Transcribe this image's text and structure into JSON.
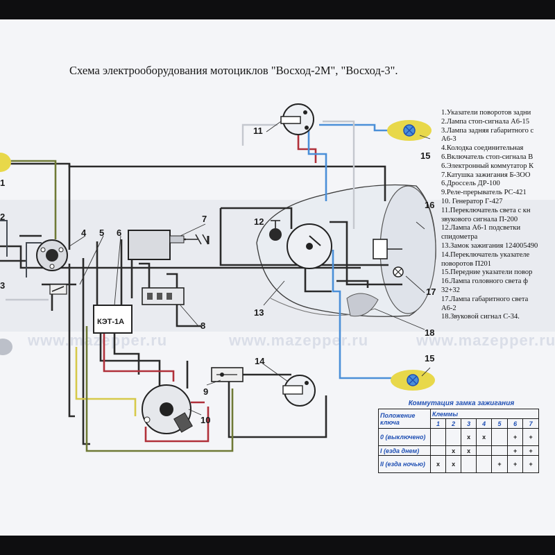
{
  "title": "Схема электрооборудования мотоциклов \"Восход-2М\", \"Восход-3\".",
  "watermark": "www.mazepper.ru",
  "callouts": {
    "c1": "1",
    "c2": "2",
    "c3": "3",
    "c4": "4",
    "c5": "5",
    "c6": "6",
    "c7": "7",
    "c8": "8",
    "c9": "9",
    "c10": "10",
    "c11": "11",
    "c12": "12",
    "c13": "13",
    "c14": "14",
    "c15a": "15",
    "c15b": "15",
    "c16": "16",
    "c17": "17",
    "c18": "18"
  },
  "component_labels": {
    "commutator": "КЭТ-1А"
  },
  "legend": [
    "1.Указатели поворотов задни",
    "2.Лампа стоп-сигнала А6-15",
    "3.Лампа задняя габаритного с",
    "А6-3",
    "4.Колодка соединительная",
    "6.Включатель стоп-сигнала В",
    "6.Электронный коммутатор К",
    "7.Катушка зажигания Б-3ОО",
    "6.Дроссель ДР-100",
    "9.Реле-прерыватель РС-421",
    "10. Генератор Г-427",
    "11.Переключатель света с кн",
    "звукового сигнала П-200",
    "12.Лампа А6-1 подсветки",
    "спидометра",
    "13.Замок зажигания 124005490",
    "14.Переключатель указателе",
    "поворотов П201",
    "15.Передние указатели повор",
    "16.Лампа головного света ф",
    "32+32",
    "17.Лампа габаритного света",
    "А6-2",
    "18.Звуковой сигнал С-34."
  ],
  "ignition_table": {
    "title": "Коммутация замка зажигания",
    "header_position": "Положение ключа",
    "header_terminals": "Клеммы",
    "terminals": [
      "1",
      "2",
      "3",
      "4",
      "5",
      "6",
      "7"
    ],
    "rows": [
      {
        "position": "0 (выключено)",
        "cells": [
          "",
          "",
          "x",
          "x",
          "",
          "+",
          "+"
        ]
      },
      {
        "position": "I (езда днем)",
        "cells": [
          "",
          "x",
          "x",
          "",
          "",
          "+",
          "+"
        ]
      },
      {
        "position": "II (езда ночью)",
        "cells": [
          "x",
          "x",
          "",
          "",
          "+",
          "+",
          "+"
        ]
      }
    ]
  },
  "colors": {
    "wire_black": "#2a2a2a",
    "wire_red": "#b0303a",
    "wire_blue": "#4a8fd8",
    "wire_yellow": "#d6c94a",
    "wire_green": "#6f7a36",
    "lamp_halo": "#e8d84a",
    "table_text": "#1f4fb3"
  }
}
